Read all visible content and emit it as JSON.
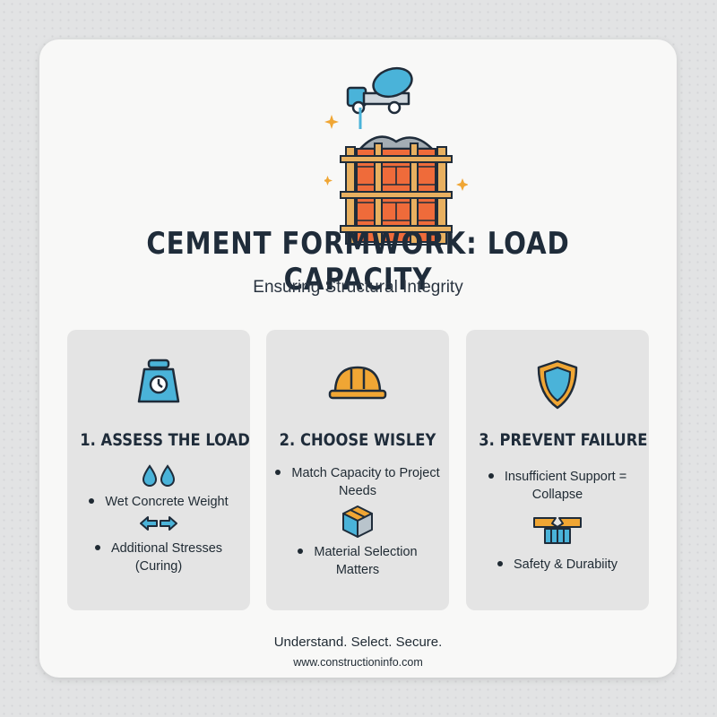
{
  "header": {
    "title": "CEMENT FORMWORK: LOAD CAPACITY",
    "subtitle": "Ensuring Structural Integrity"
  },
  "hero_icon": "concrete-mixer-truck-formwork-icon",
  "panels": [
    {
      "title": "1. ASSESS THE LOAD",
      "icon": "weight-scale-icon",
      "bullets": [
        {
          "text": "Wet Concrete Weight",
          "icon": "water-drops-icon"
        },
        {
          "text": "Additional Stresses (Curing)",
          "icon": "arrows-left-right-icon"
        }
      ]
    },
    {
      "title": "2. CHOOSE WISLEY",
      "icon": "hard-hat-icon",
      "bullets": [
        {
          "text": "Match Capacity to Project Needs",
          "icon": "material-cube-icon"
        },
        {
          "text": "Material Selection Matters"
        }
      ]
    },
    {
      "title": "3. PREVENT FAILURE",
      "icon": "shield-icon",
      "bullets": [
        {
          "text": "Insufficient Support = Collapse",
          "icon": "broken-beam-icon"
        },
        {
          "text": "Safety & Durabiity"
        }
      ]
    }
  ],
  "footer": {
    "tagline": "Understand. Select. Secure.",
    "url": "www.constructioninfo.com"
  },
  "colors": {
    "background": "#e2e3e4",
    "card": "#f8f8f7",
    "panel": "#e4e4e4",
    "accent_blue": "#4ab3d9",
    "accent_orange": "#f0a634",
    "brick": "#ef6b3a",
    "timber": "#e8b060",
    "text": "#1f2c3a"
  }
}
